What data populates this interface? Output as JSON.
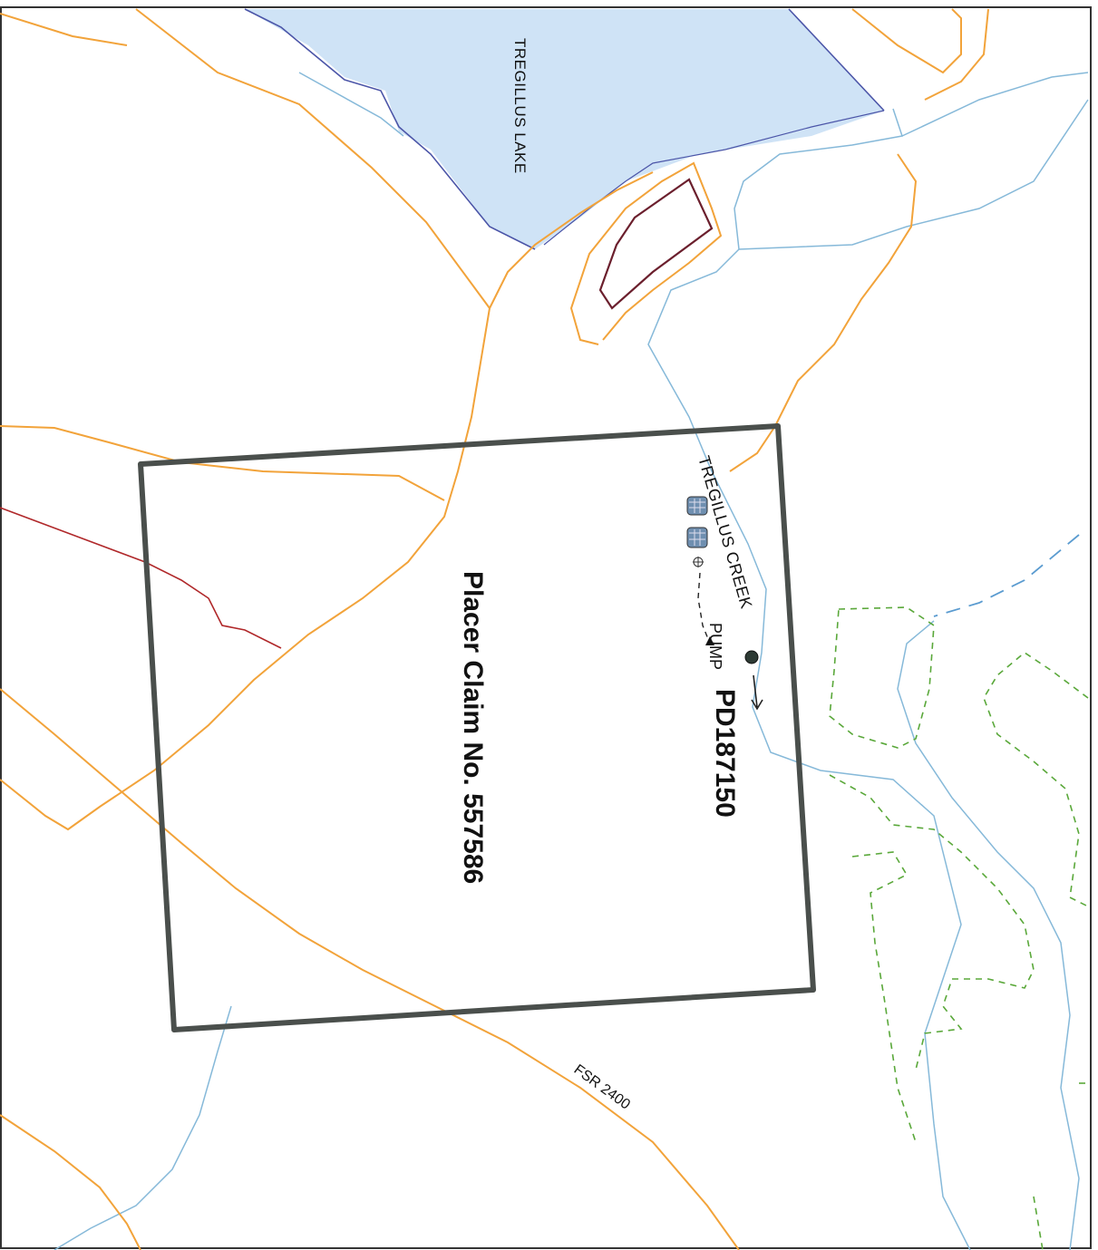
{
  "map": {
    "lake_label": "TREGILLUS LAKE",
    "creek_label": "TREGILLUS CREEK",
    "pump_label": "PUMP",
    "point_label": "PD187150",
    "claim_label": "Placer Claim No. 557586",
    "road_label": "FSR 2400",
    "colors": {
      "water_fill": "#cfe3f6",
      "lake_shore": "#4b55a8",
      "stream": "#86b9d9",
      "contour_road": "#f2a33a",
      "claim_boundary": "#4a4f4c",
      "polygon_outline": "#6b1f2d",
      "red_trail": "#b0282a",
      "green_dashed": "#5aa83a",
      "blue_dashed": "#5a9bd0"
    },
    "icons": [
      "water-tank-icon",
      "crosshair-icon",
      "pump-arrow-icon",
      "point-of-diversion-icon"
    ]
  }
}
